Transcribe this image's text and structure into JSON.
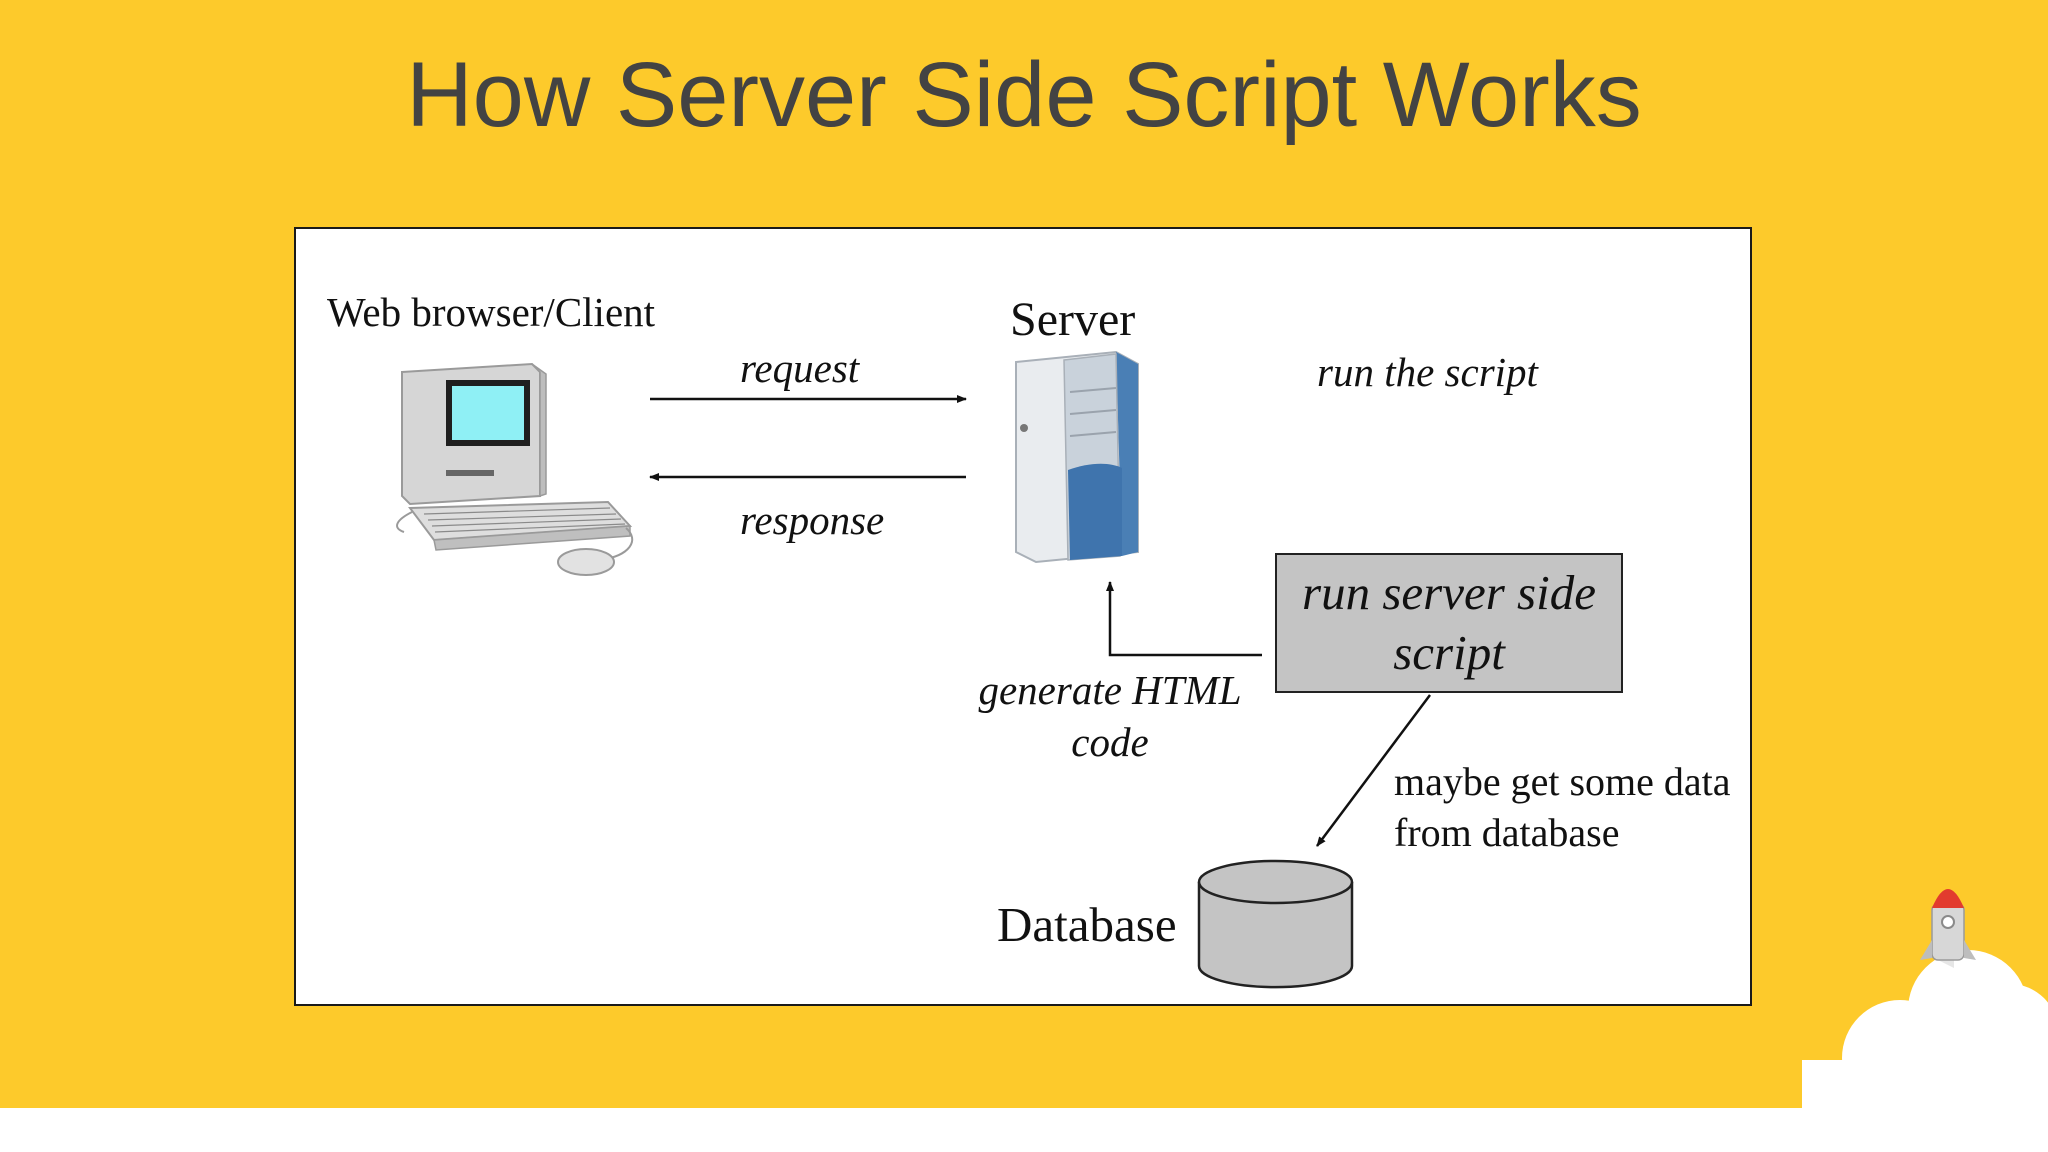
{
  "slide": {
    "title": "How Server Side Script Works"
  },
  "diagram": {
    "client_label": "Web browser/Client",
    "server_label": "Server",
    "request_label": "request",
    "response_label": "response",
    "run_script_label": "run the script",
    "script_box_label": "run server side script",
    "generate_label": "generate HTML code",
    "database_note": "maybe get some data from database",
    "database_label": "Database"
  },
  "colors": {
    "background": "#fdca2b",
    "title_text": "#434343",
    "script_box_fill": "#c4c4c4",
    "database_fill": "#c4c4c4",
    "monitor_screen": "#8ff0f5",
    "server_blue": "#4a7fb5"
  },
  "icons": {
    "client": "desktop-computer-icon",
    "server": "tower-server-icon",
    "database": "database-cylinder-icon",
    "mascot": "rocket-icon"
  }
}
